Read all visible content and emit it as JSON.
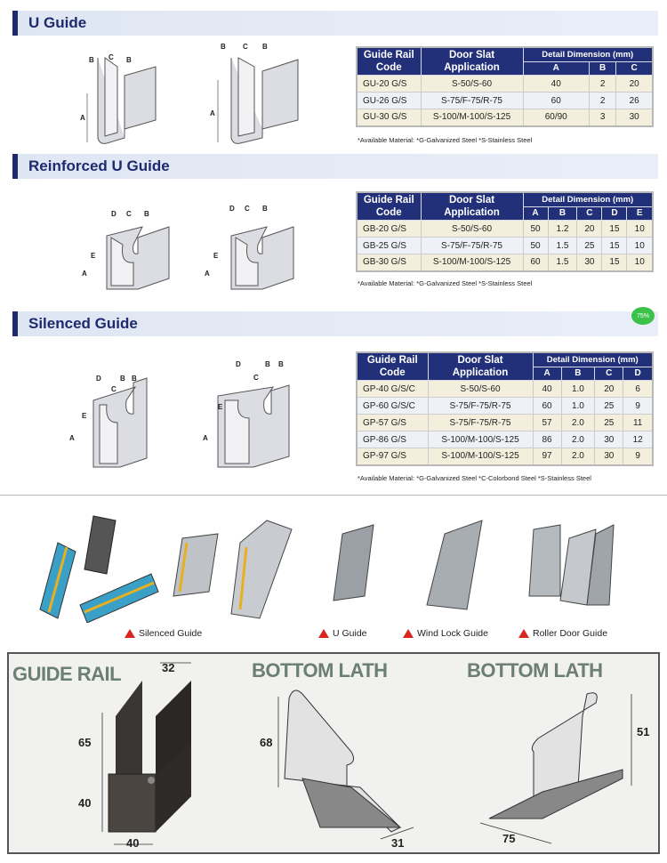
{
  "sections": [
    {
      "title": "U Guide",
      "table": {
        "headers": {
          "code": "Guide Rail Code",
          "app": "Door Slat Application",
          "detail": "Detail Dimension (mm)",
          "cols": [
            "A",
            "B",
            "C"
          ]
        },
        "rows": [
          [
            "GU-20 G/S",
            "S-50/S-60",
            "40",
            "2",
            "20"
          ],
          [
            "GU-26 G/S",
            "S-75/F-75/R-75",
            "60",
            "2",
            "26"
          ],
          [
            "GU-30 G/S",
            "S-100/M-100/S-125",
            "60/90",
            "3",
            "30"
          ]
        ]
      },
      "note": "*Available Material: *G-Galvanized Steel   *S-Stainless Steel",
      "diagram_labels": [
        "B",
        "C",
        "B",
        "A"
      ]
    },
    {
      "title": "Reinforced U Guide",
      "table": {
        "headers": {
          "code": "Guide Rail Code",
          "app": "Door Slat Application",
          "detail": "Detail Dimension (mm)",
          "cols": [
            "A",
            "B",
            "C",
            "D",
            "E"
          ]
        },
        "rows": [
          [
            "GB-20 G/S",
            "S-50/S-60",
            "50",
            "1.2",
            "20",
            "15",
            "10"
          ],
          [
            "GB-25 G/S",
            "S-75/F-75/R-75",
            "50",
            "1.5",
            "25",
            "15",
            "10"
          ],
          [
            "GB-30 G/S",
            "S-100/M-100/S-125",
            "60",
            "1.5",
            "30",
            "15",
            "10"
          ]
        ]
      },
      "note": "*Available Material: *G-Galvanized Steel   *S-Stainless Steel",
      "diagram_labels": [
        "D",
        "C",
        "B",
        "E",
        "A"
      ]
    },
    {
      "title": "Silenced Guide",
      "table": {
        "headers": {
          "code": "Guide Rail Code",
          "app": "Door Slat Application",
          "detail": "Detail Dimension (mm)",
          "cols": [
            "A",
            "B",
            "C",
            "D"
          ]
        },
        "rows": [
          [
            "GP-40 G/S/C",
            "S-50/S-60",
            "40",
            "1.0",
            "20",
            "6"
          ],
          [
            "GP-60 G/S/C",
            "S-75/F-75/R-75",
            "60",
            "1.0",
            "25",
            "9"
          ],
          [
            "GP-57 G/S",
            "S-75/F-75/R-75",
            "57",
            "2.0",
            "25",
            "11"
          ],
          [
            "GP-86 G/S",
            "S-100/M-100/S-125",
            "86",
            "2.0",
            "30",
            "12"
          ],
          [
            "GP-97 G/S",
            "S-100/M-100/S-125",
            "97",
            "2.0",
            "30",
            "9"
          ]
        ]
      },
      "note": "*Available Material: *G-Galvanized Steel   *C-Colorbond Steel  *S-Stainless Steel",
      "diagram_labels": [
        "D",
        "B",
        "B",
        "C",
        "E",
        "A"
      ]
    }
  ],
  "badge": "75%",
  "photo_labels": [
    "Silenced Guide",
    "U Guide",
    "Wind Lock Guide",
    "Roller Door Guide"
  ],
  "bottom": {
    "guide_rail": {
      "title": "GUIDE RAIL",
      "dims": [
        "32",
        "65",
        "40",
        "40"
      ]
    },
    "lath1": {
      "title": "BOTTOM LATH",
      "dims": [
        "68",
        "31"
      ]
    },
    "lath2": {
      "title": "BOTTOM LATH",
      "dims": [
        "51",
        "75"
      ]
    }
  },
  "colors": {
    "header_navy": "#22307a",
    "accent_red": "#d8261f",
    "row_cream": "#f3efdc"
  }
}
